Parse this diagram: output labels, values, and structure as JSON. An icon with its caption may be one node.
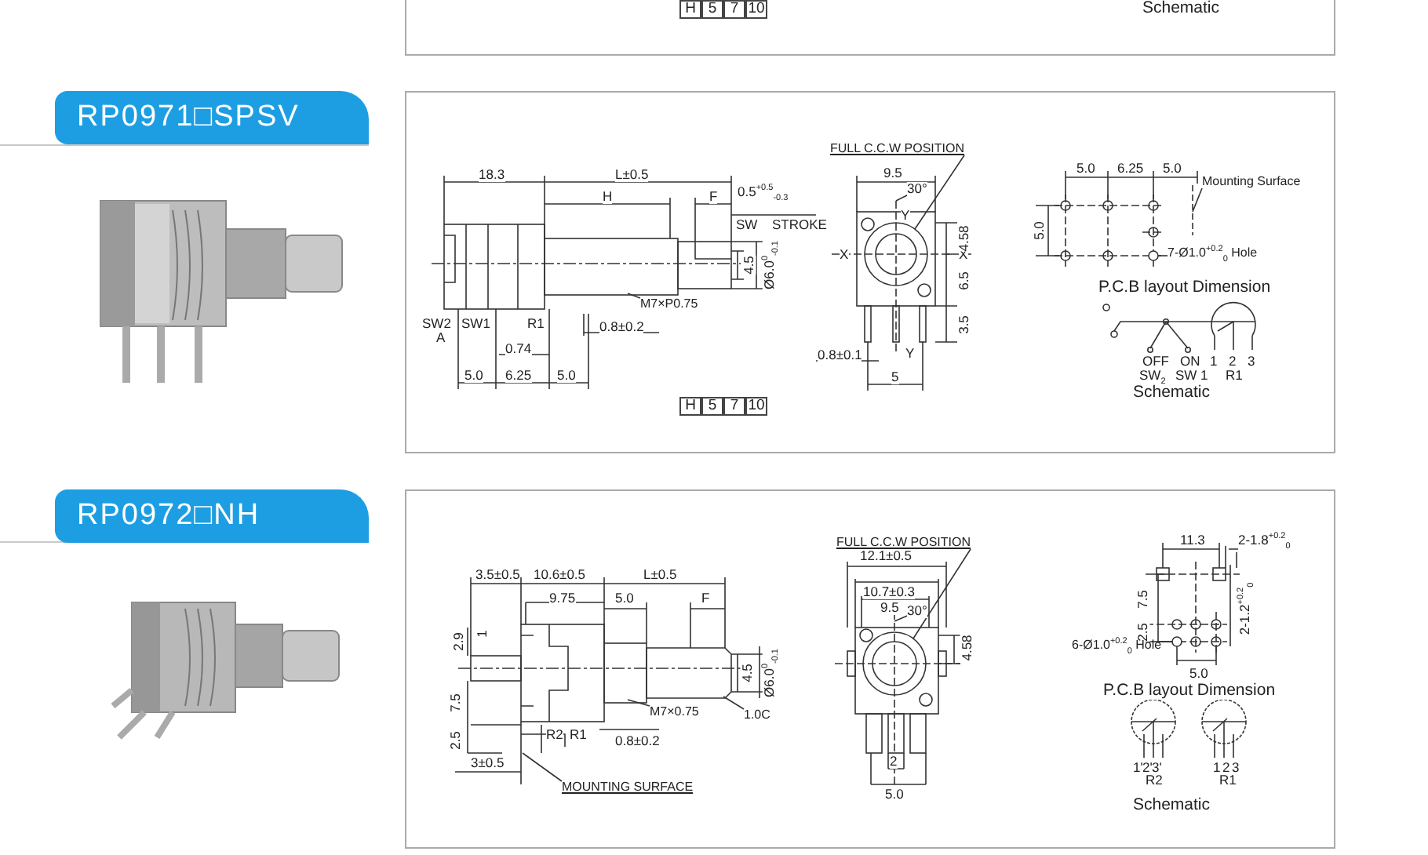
{
  "diagram": {
    "nodes": [
      {
        "text": [
          "RP0971□SPSV"
        ]
      },
      {
        "text": [
          "FULL C.C.W POSITION"
        ]
      },
      {
        "text": [
          "M7×P0.75"
        ]
      },
      {
        "text": [
          "Mounting Surface"
        ]
      },
      {
        "text": [
          "7-Ø1.0$^{+0.2}$$_{0}$ Hole"
        ]
      },
      {
        "text": [
          "RP0972□NH"
        ]
      },
      {
        "text": [
          "FULL C.C.W POSITION"
        ]
      },
      {
        "text": [
          "M7×0.75"
        ]
      },
      {
        "text": [
          "1.0C"
        ]
      },
      {
        "text": [
          "MOUNTING SURFACE"
        ]
      },
      {
        "text": [
          "6-Ø1.0$^{+0.2}$$_{0}$ Hole"
        ]
      },
      {
        "text": [],
        "shape": "circle"
      },
      {
        "text": [],
        "shape": "circle"
      }
    ],
    "edges": [
      {
        "from": 1,
        "to": null,
        "arrow": "none"
      },
      {
        "from": 2,
        "to": null,
        "arrow": "none"
      },
      {
        "from": 3,
        "to": null,
        "arrow": "none"
      },
      {
        "from": 4,
        "to": 11,
        "arrow": "none"
      },
      {
        "from": 6,
        "to": null,
        "arrow": "none"
      },
      {
        "from": 7,
        "to": null,
        "arrow": "none"
      },
      {
        "from": 8,
        "to": null,
        "arrow": "none"
      },
      {
        "from": 9,
        "to": null,
        "arrow": "none"
      },
      {
        "from": 10,
        "to": 12,
        "arrow": "none"
      }
    ],
    "labels": [
      "H",
      "5",
      "7",
      "10",
      "Schematic",
      "18.3",
      "L±0.5",
      "H",
      "F",
      "0.5$^{+0.5}$$_{-0.3}$",
      "SW",
      "STROKE",
      "4.5",
      "Ø6.0$^{0}$$_{-0.1}$",
      "SW2",
      "A",
      "SW1",
      "R1",
      "0.8±0.2",
      "0.74",
      "5.0",
      "6.25",
      "5.0",
      "H",
      "5",
      "7",
      "10",
      "9.5",
      "30°",
      "Y",
      "X",
      "X",
      "4.58",
      "6.5",
      "3.5",
      "0.8±0.1",
      "Y",
      "5",
      "5.0",
      "6.25",
      "5.0",
      "5.0",
      "P.C.B layout Dimension",
      "OFF",
      "SW$_{2}$",
      "ON",
      "SW 1",
      "1",
      "2",
      "3",
      "R1",
      "Schematic",
      "3.5±0.5",
      "10.6±0.5",
      "L±0.5",
      "9.75",
      "5.0",
      "F",
      "2.9",
      "1",
      "4.5",
      "Ø6.0$^{0}$$_{-0.1}$",
      "7.5",
      "R2",
      "R1",
      "0.8±0.2",
      "2.5",
      "3±0.5",
      "12.1±0.5",
      "10.7±0.3",
      "9.5",
      "30°",
      "4.58",
      "2",
      "5.0",
      "11.3",
      "2-1.8$^{+0.2}$$_{0}$",
      "7.5",
      "2.5",
      "2-1.2$^{+0.2}$$_{0}$",
      "5.0",
      "P.C.B layout Dimension",
      "1'",
      "2'",
      "3'",
      "R2",
      "1",
      "2",
      "3",
      "R1",
      "Schematic"
    ]
  }
}
